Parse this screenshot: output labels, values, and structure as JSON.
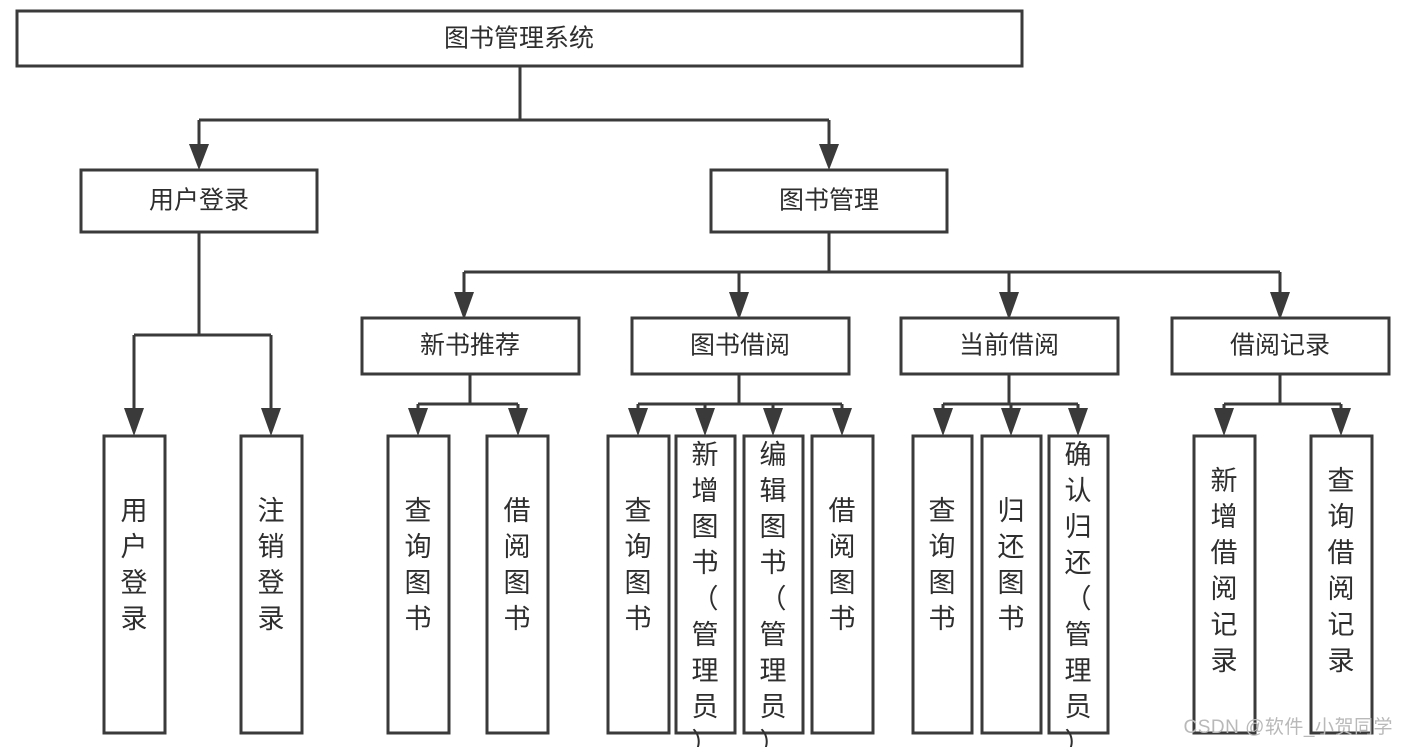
{
  "diagram": {
    "title": "图书管理系统",
    "watermark": "CSDN @软件_小贺同学",
    "colors": {
      "stroke": "#3a3a3a",
      "text": "#2e2e2e",
      "background": "#ffffff",
      "watermark": "#b9b9b9"
    },
    "levels": {
      "root": {
        "label": "图书管理系统"
      },
      "level2": [
        {
          "label": "用户登录"
        },
        {
          "label": "图书管理"
        }
      ],
      "level3": [
        {
          "label": "新书推荐"
        },
        {
          "label": "图书借阅"
        },
        {
          "label": "当前借阅"
        },
        {
          "label": "借阅记录"
        }
      ],
      "leaves": [
        {
          "label": "用户登录",
          "parent": "用户登录"
        },
        {
          "label": "注销登录",
          "parent": "用户登录"
        },
        {
          "label": "查询图书",
          "parent": "新书推荐"
        },
        {
          "label": "借阅图书",
          "parent": "新书推荐"
        },
        {
          "label": "查询图书",
          "parent": "图书借阅"
        },
        {
          "label": "新增图书（管理员）",
          "parent": "图书借阅"
        },
        {
          "label": "编辑图书（管理员）",
          "parent": "图书借阅"
        },
        {
          "label": "借阅图书",
          "parent": "图书借阅"
        },
        {
          "label": "查询图书",
          "parent": "当前借阅"
        },
        {
          "label": "归还图书",
          "parent": "当前借阅"
        },
        {
          "label": "确认归还（管理员）",
          "parent": "当前借阅"
        },
        {
          "label": "新增借阅记录",
          "parent": "借阅记录"
        },
        {
          "label": "查询借阅记录",
          "parent": "借阅记录"
        }
      ]
    }
  }
}
